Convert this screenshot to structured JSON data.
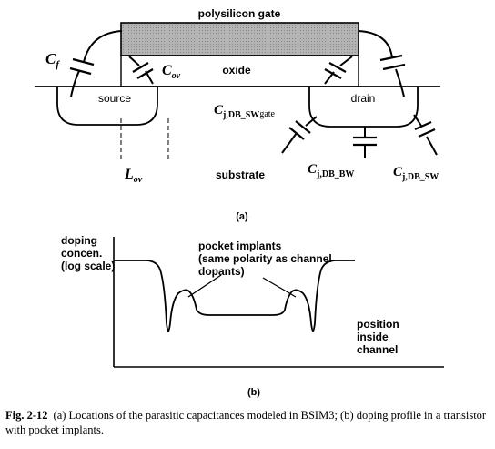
{
  "diagram_a": {
    "gate_label": "polysilicon gate",
    "oxide_label": "oxide",
    "source_label": "source",
    "drain_label": "drain",
    "substrate_label": "substrate",
    "cf_main": "C",
    "cf_sub": "f",
    "cov_main": "C",
    "cov_sub": "ov",
    "lov_main": "L",
    "lov_sub": "ov",
    "cj_gate_main": "C",
    "cj_gate_sub": "j,DB_SW",
    "cj_gate_sub2": "gate",
    "cj_bw_main": "C",
    "cj_bw_sub": "j,DB_BW",
    "cj_sw_main": "C",
    "cj_sw_sub": "j,DB_SW",
    "panel_label": "(a)"
  },
  "diagram_b": {
    "y_label_1": "doping",
    "y_label_2": "concen.",
    "y_label_3": "(log scale)",
    "annotation_1": "pocket implants",
    "annotation_2": "(same polarity as channel",
    "annotation_3": "dopants)",
    "x_label_1": "position",
    "x_label_2": "inside",
    "x_label_3": "channel",
    "panel_label": "(b)"
  },
  "caption": {
    "fig_number": "Fig. 2-12",
    "text": "(a) Locations of the parasitic capacitances modeled in BSIM3; (b) doping profile in a transistor with pocket implants."
  }
}
